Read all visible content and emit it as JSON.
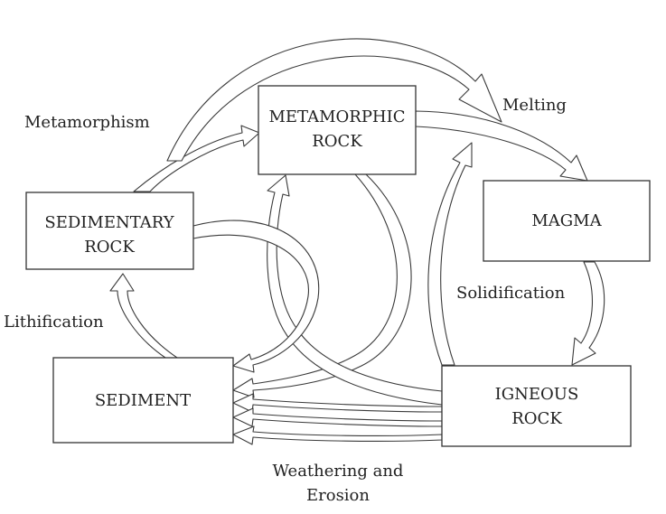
{
  "nodes": {
    "metamorphic": [
      "METAMORPHIC",
      "ROCK"
    ],
    "sedimentary": [
      "SEDIMENTARY",
      "ROCK"
    ],
    "magma": "MAGMA",
    "sediment": "SEDIMENT",
    "igneous": [
      "IGNEOUS",
      "ROCK"
    ]
  },
  "processes": {
    "metamorphism": "Metamorphism",
    "melting": "Melting",
    "solidification": "Solidification",
    "lithification": "Lithification",
    "weathering": [
      "Weathering and",
      "Erosion"
    ]
  }
}
